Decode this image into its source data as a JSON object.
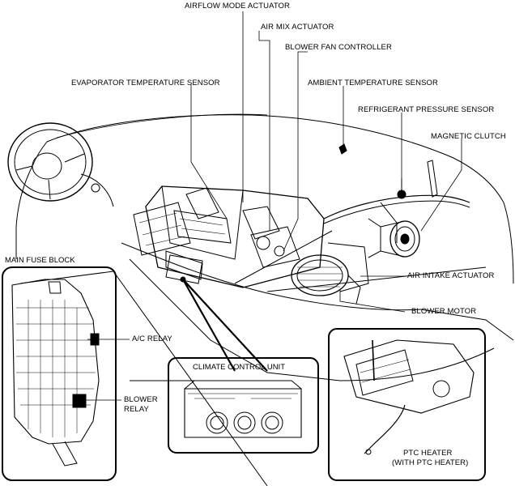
{
  "callouts": {
    "airflow_mode_actuator": "AIRFLOW MODE ACTUATOR",
    "air_mix_actuator": "AIR MIX ACTUATOR",
    "blower_fan_controller": "BLOWER FAN CONTROLLER",
    "evaporator_temperature_sensor": "EVAPORATOR TEMPERATURE SENSOR",
    "ambient_temperature_sensor": "AMBIENT TEMPERATURE SENSOR",
    "refrigerant_pressure_sensor": "REFRIGERANT PRESSURE SENSOR",
    "magnetic_clutch": "MAGNETIC CLUTCH",
    "air_intake_actuator": "AIR INTAKE ACTUATOR",
    "blower_motor": "BLOWER MOTOR",
    "ac_relay": "A/C RELAY",
    "blower_relay_line1": "BLOWER",
    "blower_relay_line2": "RELAY",
    "ptc_heater_line1": "PTC HEATER",
    "ptc_heater_line2": "(WITH PTC HEATER)"
  },
  "insets": {
    "main_fuse_block": "MAIN FUSE BLOCK",
    "climate_control_unit": "CLIMATE CONTROL UNIT"
  },
  "colors": {
    "ink": "#000000",
    "background": "#ffffff",
    "shade": "#9a9a9a"
  }
}
